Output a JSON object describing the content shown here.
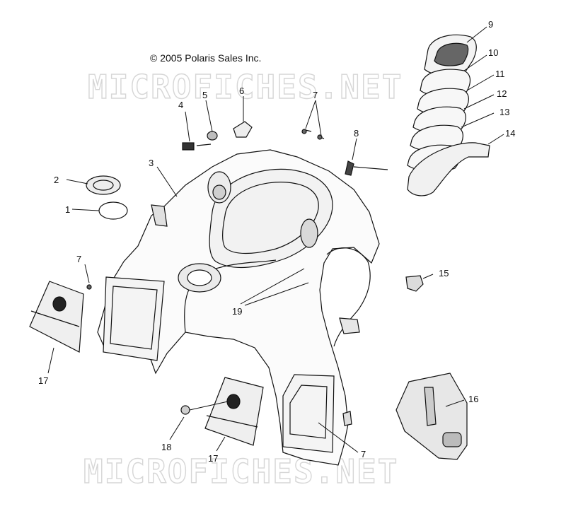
{
  "copyright": "© 2005 Polaris Sales Inc.",
  "watermarks": [
    "MICROFICHES.NET",
    "MICROFICHES.NET"
  ],
  "callouts": [
    {
      "id": "c9",
      "label": "9"
    },
    {
      "id": "c10",
      "label": "10"
    },
    {
      "id": "c11",
      "label": "11"
    },
    {
      "id": "c12",
      "label": "12"
    },
    {
      "id": "c13",
      "label": "13"
    },
    {
      "id": "c14",
      "label": "14"
    },
    {
      "id": "c4",
      "label": "4"
    },
    {
      "id": "c5",
      "label": "5"
    },
    {
      "id": "c6",
      "label": "6"
    },
    {
      "id": "c7a",
      "label": "7"
    },
    {
      "id": "c8",
      "label": "8"
    },
    {
      "id": "c3",
      "label": "3"
    },
    {
      "id": "c2",
      "label": "2"
    },
    {
      "id": "c1",
      "label": "1"
    },
    {
      "id": "c7b",
      "label": "7"
    },
    {
      "id": "c15",
      "label": "15"
    },
    {
      "id": "c19",
      "label": "19"
    },
    {
      "id": "c16",
      "label": "16"
    },
    {
      "id": "c17a",
      "label": "17"
    },
    {
      "id": "c18",
      "label": "18"
    },
    {
      "id": "c17b",
      "label": "17"
    },
    {
      "id": "c7c",
      "label": "7"
    }
  ]
}
